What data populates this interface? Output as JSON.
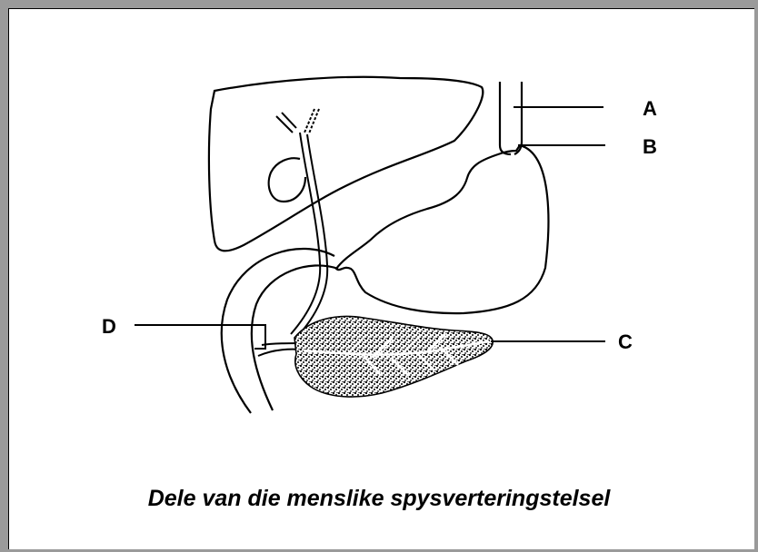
{
  "labels": {
    "a": "A",
    "b": "B",
    "c": "C",
    "d": "D"
  },
  "caption": "Dele van die menslike spysverteringstelsel"
}
